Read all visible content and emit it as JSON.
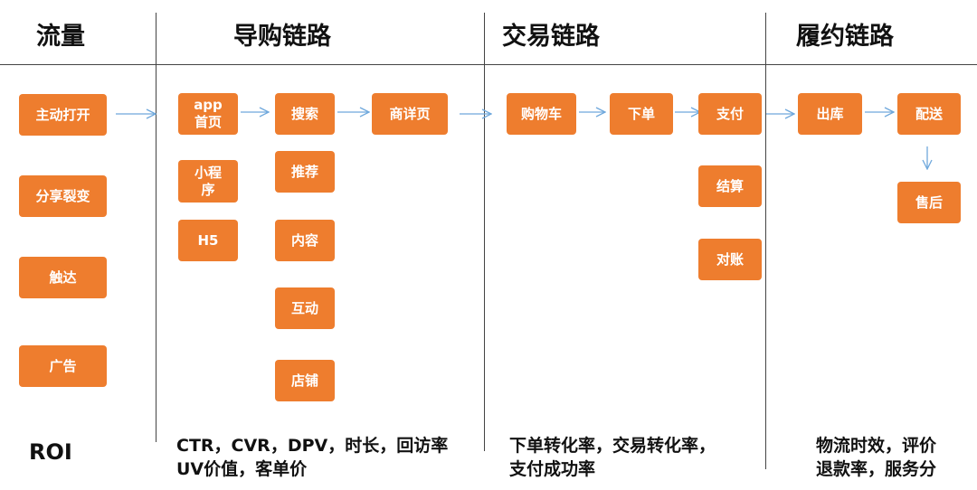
{
  "headers": {
    "traffic": "流量",
    "shopping": "导购链路",
    "trade": "交易链路",
    "fulfillment": "履约链路"
  },
  "traffic": {
    "active_open": "主动打开",
    "share": "分享裂变",
    "touch": "触达",
    "ads": "广告"
  },
  "shopping": {
    "app_home": "app\n首页",
    "mini_program": "小程\n序",
    "h5": "H5",
    "search": "搜索",
    "recommend": "推荐",
    "content": "内容",
    "interaction": "互动",
    "store": "店铺",
    "detail_page": "商详页"
  },
  "trade": {
    "cart": "购物车",
    "order": "下单",
    "pay": "支付",
    "settlement": "结算",
    "reconcile": "对账"
  },
  "fulfillment": {
    "outbound": "出库",
    "delivery": "配送",
    "after_sales": "售后"
  },
  "metrics": {
    "traffic": "ROI",
    "shopping": "CTR，CVR，DPV，时长，回访率\nUV价值，客单价",
    "trade": "下单转化率，交易转化率，\n支付成功率",
    "fulfillment": "物流时效，评价\n退款率，服务分"
  },
  "colors": {
    "box": "#ee7d2e",
    "arrow": "#6fa8dc"
  }
}
